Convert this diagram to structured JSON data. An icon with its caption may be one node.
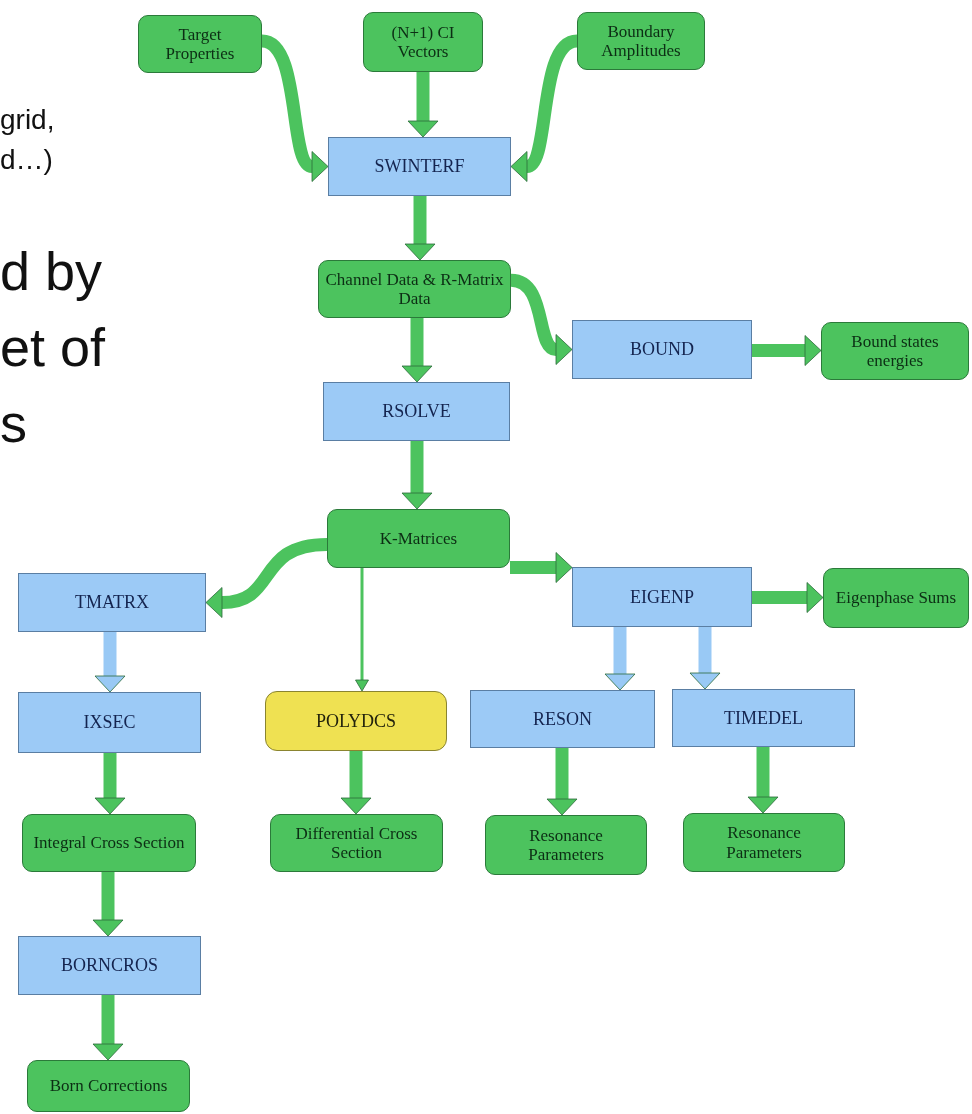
{
  "diagram": {
    "nodes": [
      {
        "text": [
          "Target Properties"
        ]
      },
      {
        "text": [
          "(N+1) CI Vectors"
        ]
      },
      {
        "text": [
          "Boundary Amplitudes"
        ]
      },
      {
        "text": [
          "SWINTERF"
        ]
      },
      {
        "text": [
          "Channel Data & R-Matrix Data"
        ]
      },
      {
        "text": [
          "BOUND"
        ]
      },
      {
        "text": [
          "Bound states energies"
        ]
      },
      {
        "text": [
          "RSOLVE"
        ]
      },
      {
        "text": [
          "K-Matrices"
        ]
      },
      {
        "text": [
          "TMATRX"
        ]
      },
      {
        "text": [
          "EIGENP"
        ]
      },
      {
        "text": [
          "Eigenphase Sums"
        ]
      },
      {
        "text": [
          "IXSEC"
        ]
      },
      {
        "text": [
          "POLYDCS"
        ]
      },
      {
        "text": [
          "RESON"
        ]
      },
      {
        "text": [
          "TIMEDEL"
        ]
      },
      {
        "text": [
          "Integral Cross Section"
        ]
      },
      {
        "text": [
          "Differential Cross Section"
        ]
      },
      {
        "text": [
          "Resonance Parameters"
        ]
      },
      {
        "text": [
          "Resonance Parameters"
        ]
      },
      {
        "text": [
          "BORNCROS"
        ]
      },
      {
        "text": [
          "Born Corrections"
        ]
      }
    ],
    "edges": [
      {
        "from": 0,
        "to": 3,
        "arrow": "to"
      },
      {
        "from": 1,
        "to": 3,
        "arrow": "to"
      },
      {
        "from": 2,
        "to": 3,
        "arrow": "to"
      },
      {
        "from": 3,
        "to": 4,
        "arrow": "to"
      },
      {
        "from": 4,
        "to": 5,
        "arrow": "to"
      },
      {
        "from": 4,
        "to": 7,
        "arrow": "to"
      },
      {
        "from": 5,
        "to": 6,
        "arrow": "to"
      },
      {
        "from": 7,
        "to": 8,
        "arrow": "to"
      },
      {
        "from": 8,
        "to": 9,
        "arrow": "to"
      },
      {
        "from": 8,
        "to": 13,
        "arrow": "to"
      },
      {
        "from": 8,
        "to": 10,
        "arrow": "to"
      },
      {
        "from": 10,
        "to": 11,
        "arrow": "to"
      },
      {
        "from": 9,
        "to": 12,
        "arrow": "to",
        "color": "#99c9f5"
      },
      {
        "from": 10,
        "to": 14,
        "arrow": "to",
        "color": "#99c9f5"
      },
      {
        "from": 10,
        "to": 15,
        "arrow": "to",
        "color": "#99c9f5"
      },
      {
        "from": 12,
        "to": 16,
        "arrow": "to"
      },
      {
        "from": 13,
        "to": 17,
        "arrow": "to"
      },
      {
        "from": 14,
        "to": 18,
        "arrow": "to"
      },
      {
        "from": 15,
        "to": 19,
        "arrow": "to"
      },
      {
        "from": 16,
        "to": 20,
        "arrow": "to"
      },
      {
        "from": 20,
        "to": 21,
        "arrow": "to"
      }
    ],
    "labels": [
      "grid,",
      "d…)",
      "d by",
      "et of",
      "s"
    ]
  }
}
